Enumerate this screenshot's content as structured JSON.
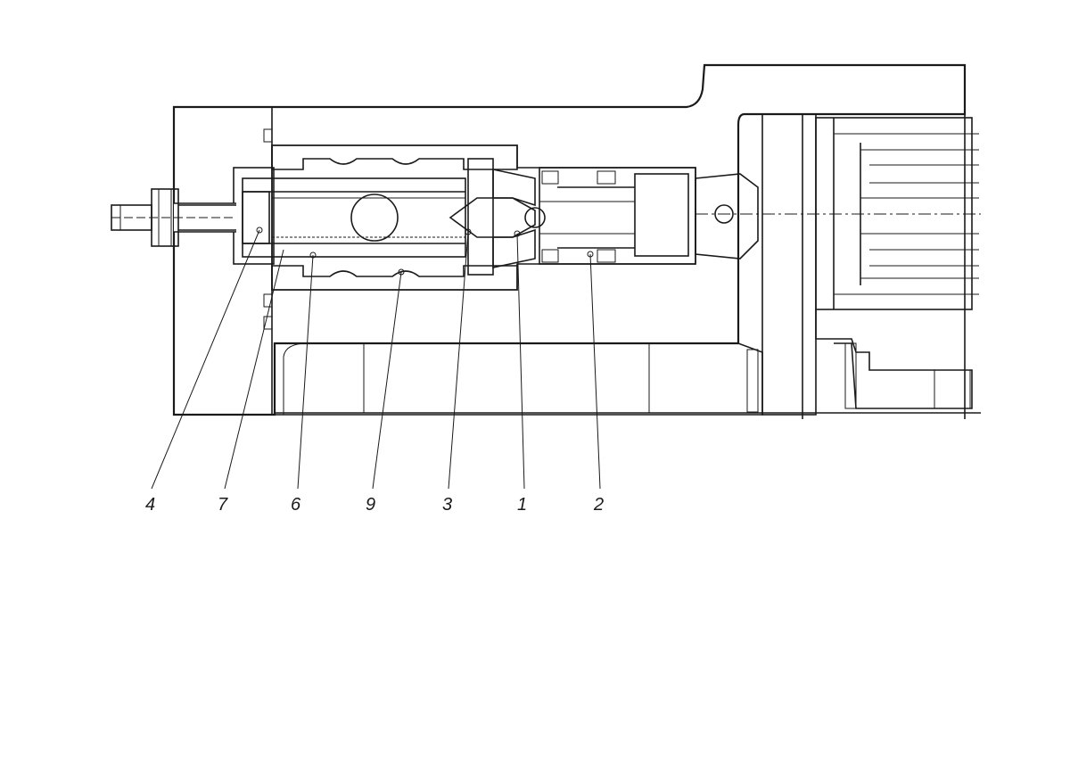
{
  "diagram": {
    "background_color": "#ffffff",
    "line_color": "#1a1a1a",
    "callouts": [
      {
        "id": "4",
        "label": "4"
      },
      {
        "id": "7",
        "label": "7"
      },
      {
        "id": "6",
        "label": "6"
      },
      {
        "id": "9",
        "label": "9"
      },
      {
        "id": "3",
        "label": "3"
      },
      {
        "id": "1",
        "label": "1"
      },
      {
        "id": "2",
        "label": "2"
      }
    ]
  }
}
